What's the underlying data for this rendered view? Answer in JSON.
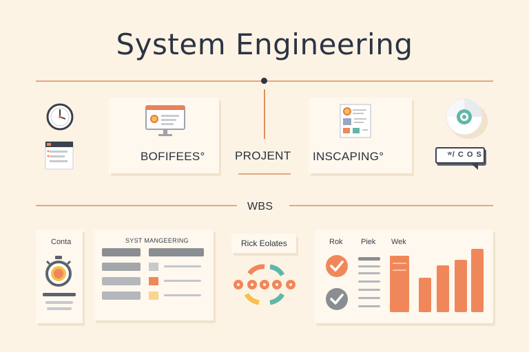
{
  "title": "System Engineering",
  "top_row": {
    "card1_label": "BOFIFEES°",
    "center_label": "PROJENT",
    "card2_label": "INSCAPING°",
    "pill_text": "ʷ/ C O S"
  },
  "section_label": "WBS",
  "bottom_row": {
    "conta_label": "Conta",
    "manager_header": "SYST MANGEERING",
    "risk_label": "Rick Eolates",
    "col_labels": [
      "Rok",
      "Piek",
      "Wek"
    ]
  },
  "colors": {
    "background": "#fdf3e4",
    "accent_orange": "#f0875a",
    "line_orange": "#e3a77e",
    "teal": "#5fb7a9",
    "gray": "#8a8d91",
    "yellow": "#f4c04e"
  },
  "icons": {
    "clock": "clock-icon",
    "calendar": "calendar-icon",
    "monitor": "monitor-icon",
    "document": "document-icon",
    "pie": "pie-icon",
    "stopwatch": "stopwatch-icon",
    "check": "check-icon"
  }
}
